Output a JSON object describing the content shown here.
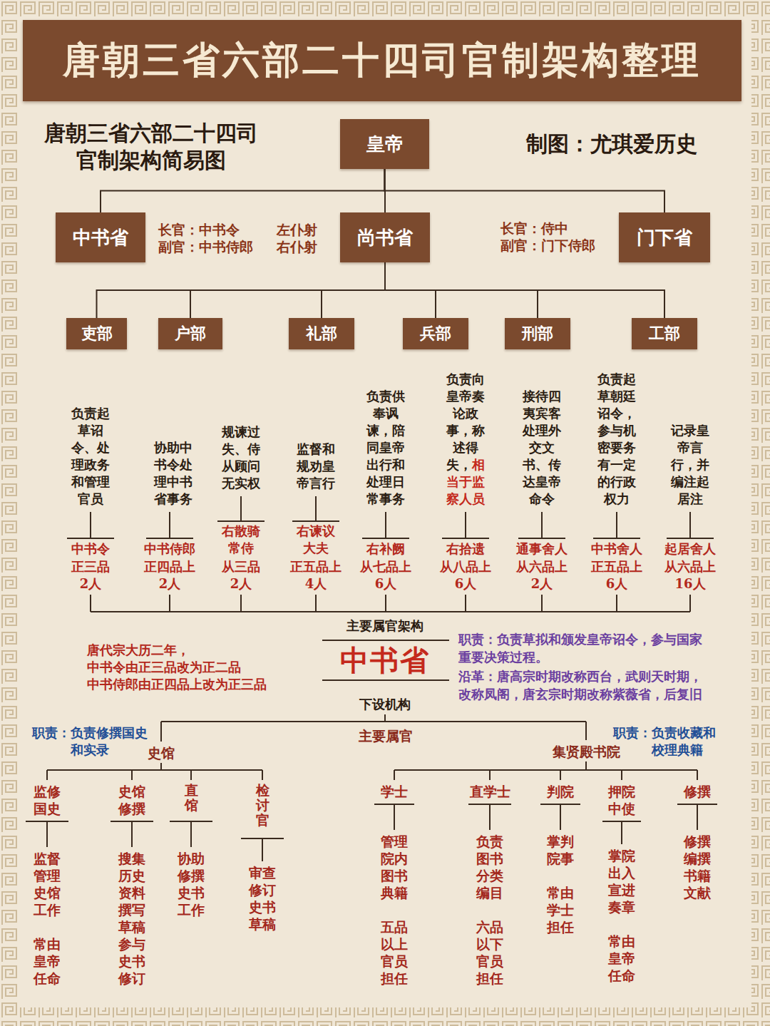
{
  "diagram": {
    "title": "唐朝三省六部二十四司官制架构整理",
    "nodes": [
      {
        "text": [
          "皇帝"
        ]
      },
      {
        "text": [
          "中书省"
        ]
      },
      {
        "text": [
          "尚书省"
        ]
      },
      {
        "text": [
          "门下省"
        ]
      },
      {
        "text": [
          "吏部"
        ]
      },
      {
        "text": [
          "户部"
        ]
      },
      {
        "text": [
          "礼部"
        ]
      },
      {
        "text": [
          "兵部"
        ]
      },
      {
        "text": [
          "刑部"
        ]
      },
      {
        "text": [
          "工部"
        ]
      }
    ],
    "edges": [
      {
        "from": 0,
        "to": 1,
        "arrow": "none"
      },
      {
        "from": 0,
        "to": 2,
        "arrow": "none"
      },
      {
        "from": 0,
        "to": 3,
        "arrow": "none"
      },
      {
        "from": 2,
        "to": 4,
        "arrow": "none"
      },
      {
        "from": 2,
        "to": 5,
        "arrow": "none"
      },
      {
        "from": 2,
        "to": 6,
        "arrow": "none"
      },
      {
        "from": 2,
        "to": 7,
        "arrow": "none"
      },
      {
        "from": 2,
        "to": 8,
        "arrow": "none"
      },
      {
        "from": 2,
        "to": 9,
        "arrow": "none"
      }
    ],
    "labels": [
      "唐朝三省六部二十四司 官制架构简易图",
      "制图：尤琪爱历史",
      "长官：中书令",
      "副官：中书侍郎",
      "左仆射",
      "右仆射",
      "长官：侍中",
      "副官：门下侍郎",
      "负责起草诏令、处理政务和管理官员",
      "协助中书令处理中书省事务",
      "规谏过失、侍从顾问无实权",
      "监督和规劝皇帝言行",
      "负责供奉讽谏，陪同皇帝出行和处理日常事务",
      "负责向皇帝奏论政事，称述得失，",
      "相当于监察人员",
      "接待四夷宾客处理外交文书、传达皇帝命令",
      "负责起草朝廷诏令，参与机密要务有一定的行政权力",
      "记录皇帝言行，并编注起居注",
      "中书令",
      "正三品",
      "2人",
      "中书侍郎",
      "正四品上",
      "2人",
      "右散骑常侍",
      "从三品",
      "2人",
      "右谏议大夫",
      "正五品上",
      "4人",
      "右补阙",
      "从七品上",
      "6人",
      "右拾遗",
      "从八品上",
      "6人",
      "通事舍人",
      "从六品上",
      "2人",
      "中书舍人",
      "正五品上",
      "6人",
      "起居舍人",
      "从六品上",
      "16人",
      "主要属官架构",
      "唐代宗大历二年，",
      "中书令由正三品改为正二品",
      "中书侍郎由正四品上改为正三品",
      "中书省",
      "职责：负责草拟和颁发皇帝诏令，参与国家重要决策过程。",
      "沿革：唐高宗时期改称西台，武则天时期，改称凤阁，唐玄宗时期改称紫薇省，后复旧",
      "下设机构",
      "职责：负责修撰国史和实录",
      "史馆",
      "主要属官",
      "集贤殿书院",
      "职责：负责收藏和校理典籍",
      "监修国史",
      "史馆修撰",
      "直馆",
      "检讨官",
      "监督管理史馆工作",
      "常由皇帝任命",
      "搜集历史资料撰写草稿参与史书修订",
      "协助修撰史书工作",
      "审查修订史书草稿",
      "学士",
      "直学士",
      "判院",
      "押院中使",
      "修撰",
      "管理院内图书典籍",
      "五品以上官员担任",
      "负责图书分类编目",
      "六品以下官员担任",
      "掌判院事",
      "常由学士担任",
      "掌院出入宣进奏章",
      "常由皇帝任命",
      "修撰编撰书籍文献"
    ]
  }
}
